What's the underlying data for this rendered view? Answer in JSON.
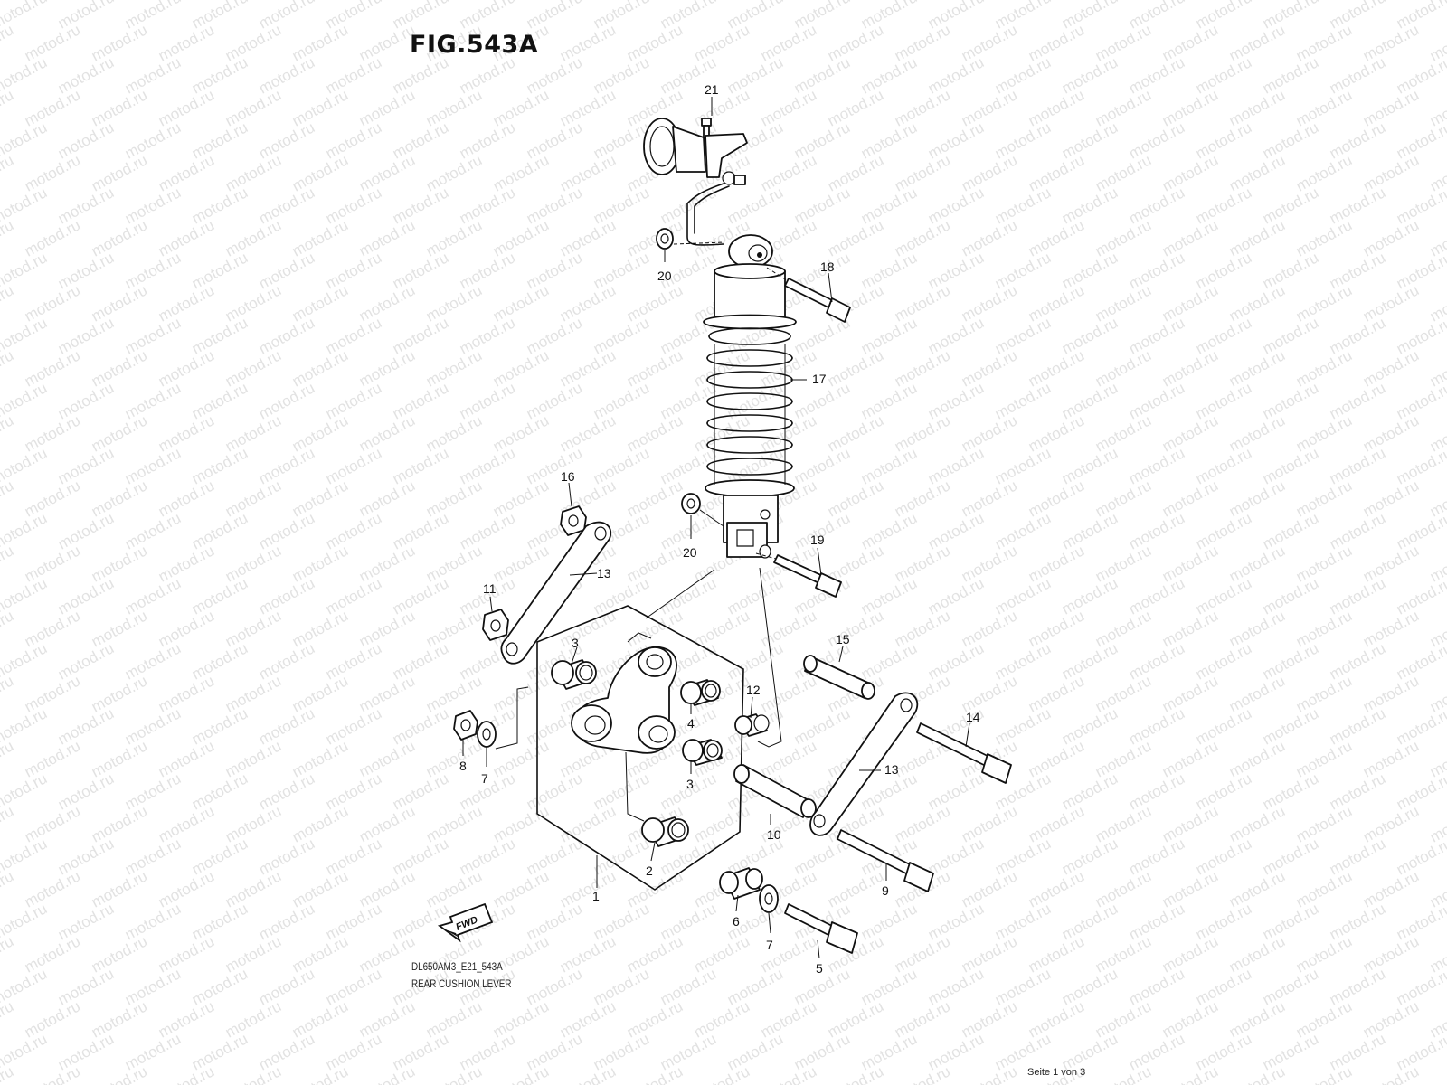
{
  "figure": {
    "title": "FIG.543A",
    "model_code": "DL650AM3_E21_543A",
    "section_name": "REAR CUSHION LEVER",
    "page_indicator": "Seite 1 von 3",
    "fwd_arrow_label": "FWD",
    "watermark_text": "motod.ru"
  },
  "callouts": [
    "21",
    "20",
    "18",
    "17",
    "16",
    "20",
    "19",
    "13",
    "11",
    "3",
    "15",
    "12",
    "4",
    "14",
    "8",
    "7",
    "3",
    "13",
    "10",
    "2",
    "9",
    "1",
    "6",
    "7",
    "5"
  ],
  "colors": {
    "line": "#111111",
    "watermark": "#e2e2e2",
    "background": "#ffffff"
  }
}
